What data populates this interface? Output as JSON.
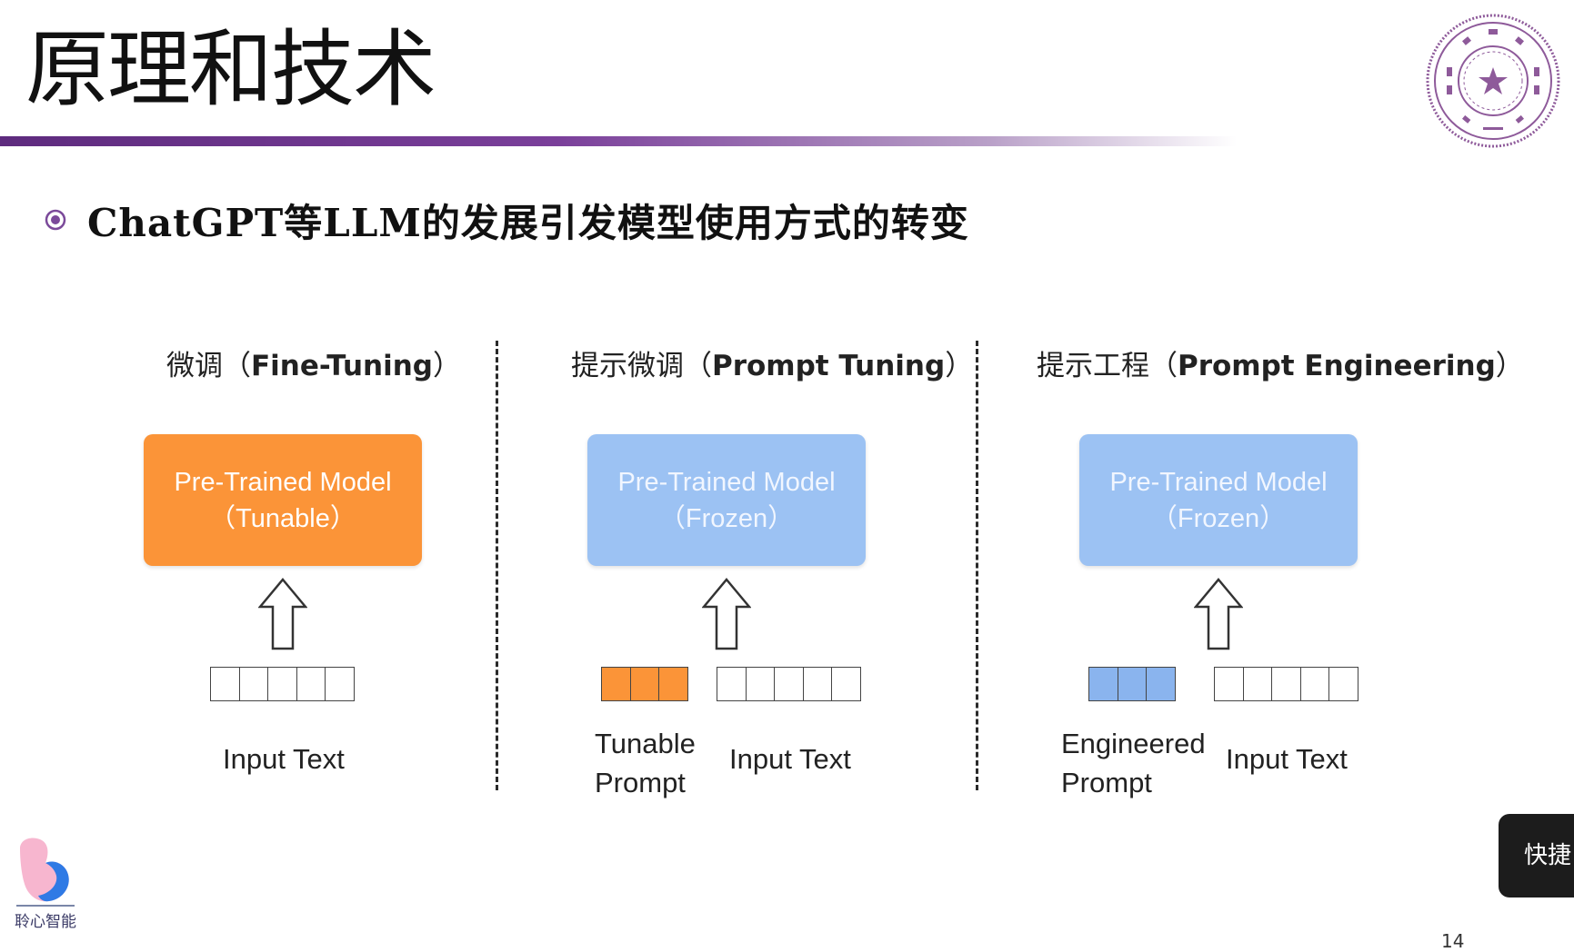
{
  "slide": {
    "title": "原理和技术",
    "bullet": "ChatGPT等LLM的发展引发模型使用方式的转变",
    "page_number": "14"
  },
  "columns": [
    {
      "title_zh": "微调",
      "title_en": "Fine-Tuning",
      "model_line1": "Pre-Trained Model",
      "model_line2": "（Tunable）",
      "model_color": "#fb9438",
      "input_label": "Input Text"
    },
    {
      "title_zh": "提示微调",
      "title_en": "Prompt Tuning",
      "model_line1": "Pre-Trained Model",
      "model_line2": "（Frozen）",
      "model_color": "#9cc2f3",
      "prompt_label_line1": "Tunable",
      "prompt_label_line2": "Prompt",
      "prompt_color": "#fb9438",
      "input_label": "Input Text"
    },
    {
      "title_zh": "提示工程",
      "title_en": "Prompt Engineering",
      "model_line1": "Pre-Trained Model",
      "model_line2": "（Frozen）",
      "model_color": "#9cc2f3",
      "prompt_label_line1": "Engineered",
      "prompt_label_line2": "Prompt",
      "prompt_color": "#8ab4ee",
      "input_label": "Input Text"
    }
  ],
  "logo": {
    "text": "聆心智能"
  },
  "shortcut_tab": {
    "label": "快捷"
  },
  "colors": {
    "title_bar": "#5e2b7e",
    "seal": "#8e5a9a",
    "orange": "#fb9438",
    "blue": "#9cc2f3"
  }
}
